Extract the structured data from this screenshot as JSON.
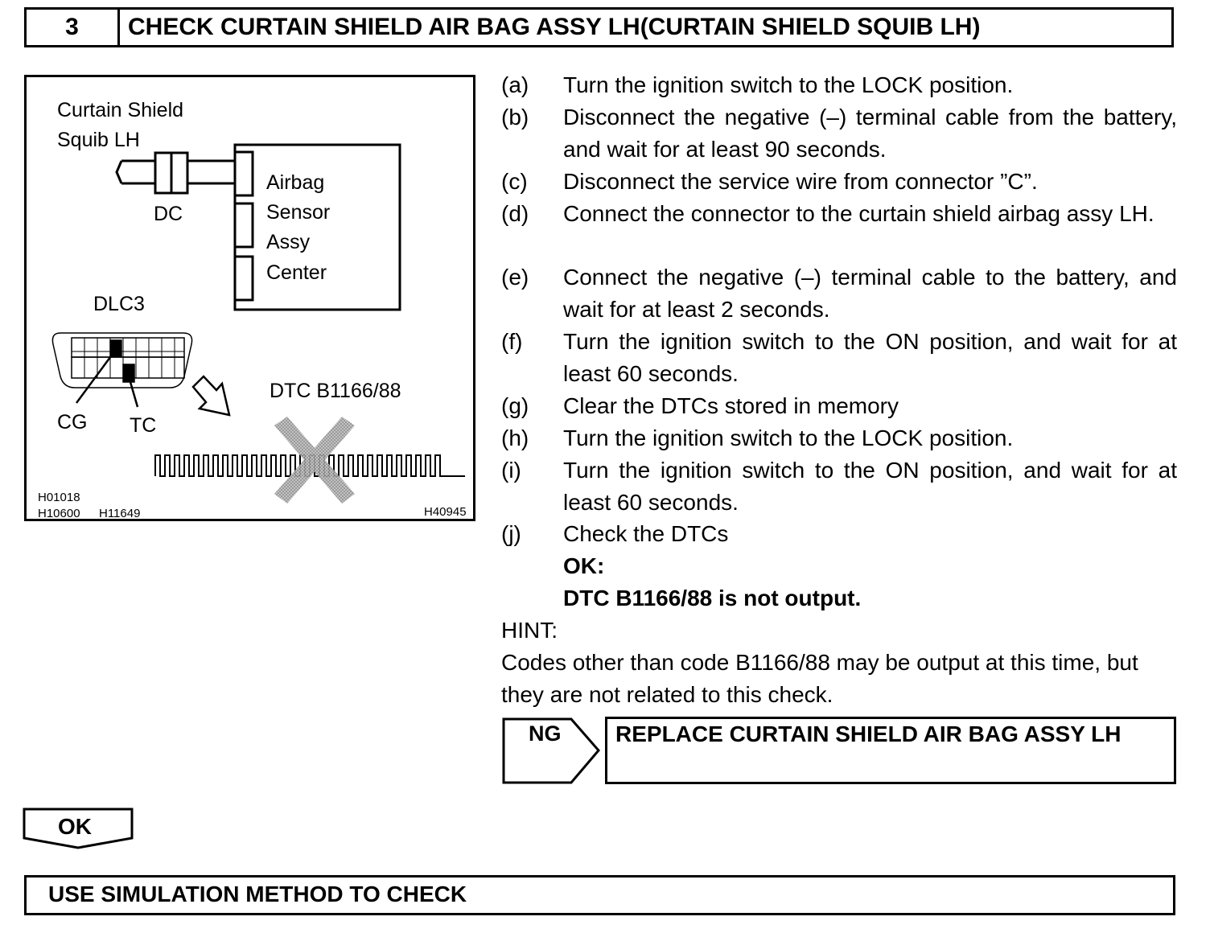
{
  "header": {
    "step_number": "3",
    "title": "CHECK CURTAIN SHIELD AIR BAG ASSY LH(CURTAIN SHIELD SQUIB LH)"
  },
  "figure": {
    "squib_label_line1": "Curtain Shield",
    "squib_label_line2": "Squib LH",
    "connector_label": "DC",
    "ecu_label_lines": [
      "Airbag",
      "Sensor",
      "Assy",
      "Center"
    ],
    "dlc_label": "DLC3",
    "cg_label": "CG",
    "tc_label": "TC",
    "dtc_label": "DTC B1166/88",
    "codes": [
      "H01018",
      "H10600",
      "H11649",
      "H40945"
    ]
  },
  "steps": [
    {
      "letter": "(a)",
      "text": "Turn the ignition switch to the LOCK position."
    },
    {
      "letter": "(b)",
      "text": "Disconnect the negative (–) terminal cable from the battery, and wait for at least 90 seconds."
    },
    {
      "letter": "(c)",
      "text": "Disconnect the service wire from connector ”C”."
    },
    {
      "letter": "(d)",
      "text": "Connect the connector to the curtain shield airbag assy LH."
    },
    {
      "letter": "(e)",
      "text": "Connect the negative (–) terminal cable to the battery, and wait for at least 2 seconds."
    },
    {
      "letter": "(f)",
      "text": "Turn the ignition switch to the ON position, and wait for at least 60 seconds."
    },
    {
      "letter": "(g)",
      "text": "Clear the DTCs stored in memory"
    },
    {
      "letter": "(h)",
      "text": "Turn the ignition switch to the LOCK position."
    },
    {
      "letter": "(i)",
      "text": "Turn the ignition switch to the ON position, and wait for at least 60 seconds."
    },
    {
      "letter": "(j)",
      "text": "Check the DTCs"
    }
  ],
  "ok_criteria": {
    "label": "OK:",
    "text": "DTC B1166/88 is not output."
  },
  "hint": {
    "label": "HINT:",
    "line1": "Codes other than code B1166/88 may be output at this time, but",
    "line2": "they are not related to this check."
  },
  "ng_result": {
    "tag": "NG",
    "action": "REPLACE CURTAIN SHIELD AIR BAG ASSY LH"
  },
  "ok_tag": "OK",
  "footer": {
    "text": "USE SIMULATION METHOD TO CHECK"
  }
}
